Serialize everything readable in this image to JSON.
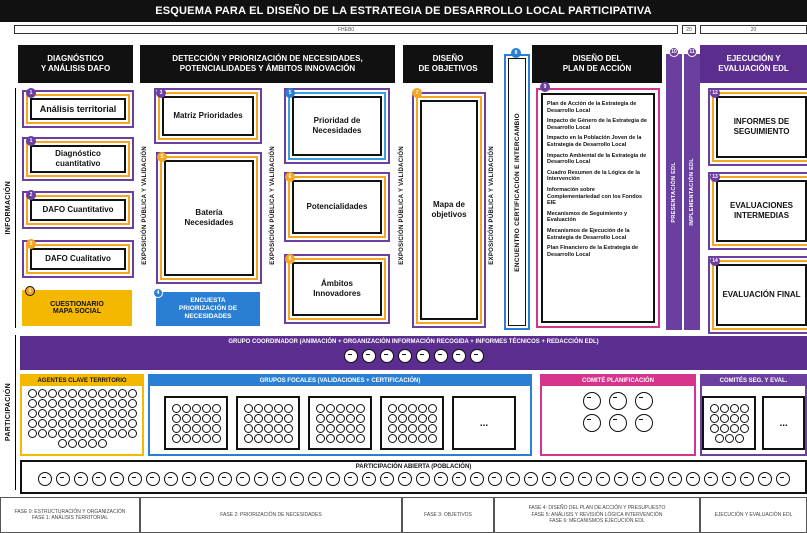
{
  "title": "ESQUEMA PARA EL DISEÑO DE LA ESTRATEGIA DE DESARROLLO LOCAL PARTICIPATIVA",
  "timeline": [
    "FHEB0",
    "20",
    "20"
  ],
  "columns": {
    "diag": "DIAGNÓSTICO\nY ANÁLISIS DAFO",
    "det": "DETECCIÓN Y PRIORIZACIÓN DE NECESIDADES,\nPOTENCIALIDADES Y ÁMBITOS INNOVACIÓN",
    "dis": "DISEÑO\nDE OBJETIVOS",
    "plan": "DISEÑO DEL\nPLAN DE ACCIÓN",
    "ejec": "EJECUCIÓN Y\nEVALUACIÓN EDL"
  },
  "sidebar": {
    "informacion": "INFORMACIÓN",
    "participacion": "PARTICIPACIÓN"
  },
  "diag_boxes": [
    {
      "n": "1",
      "label": "Análisis territorial"
    },
    {
      "n": "1",
      "label": "Diagnóstico cuantitativo"
    },
    {
      "n": "2",
      "label": "DAFO Cuantitativo"
    },
    {
      "n": "3",
      "label": "DAFO Cualitativo"
    },
    {
      "n": "1",
      "label": "CUESTIONARIO\nMAPA SOCIAL"
    }
  ],
  "det_boxes": {
    "matriz": {
      "n": "3",
      "label": "Matriz Prioridades"
    },
    "bateria": {
      "n": "5",
      "label": "Batería\nNecesidades"
    },
    "encuesta": {
      "n": "4",
      "label": "ENCUESTA\nPRIORIZACIÓN DE\nNECESIDADES"
    },
    "prioridad": {
      "n": "5",
      "label": "Prioridad de\nNecesidades"
    },
    "potencial": {
      "n": "6",
      "label": "Potencialidades"
    },
    "ambitos": {
      "n": "6",
      "label": "Ámbitos\nInnovadores"
    }
  },
  "expo_label": "EXPOSICIÓN PÚBLICA Y VALIDACIÓN",
  "mapa": {
    "n": "7",
    "label": "Mapa de\nobjetivos"
  },
  "encuentro": {
    "n": "8",
    "label": "ENCUENTRO CERTIFICACIÓN E INTERCAMBIO"
  },
  "plan": {
    "n": "9",
    "items": [
      "Plan de Acción de la Estrategia de Desarrollo Local",
      "Impacto de Género de la Estrategia de Desarrollo Local",
      "Impacto en la Población Joven de la Estrategia de Desarrollo Local",
      "Impacto Ambiental de la Estrategia de Desarrollo Local",
      "Cuadro Resumen de la Lógica de la Intervención",
      "Información sobre Complementariedad con los Fondos EIE",
      "Mecanismos de Seguimiento y Evaluación",
      "Mecanismos de Ejecución de la Estrategia de Desarrollo Local",
      "Plan Financiero de la Estrategia de Desarrollo Local"
    ]
  },
  "presentacion": {
    "n": "10",
    "label": "PRESENTACIÓN EDL"
  },
  "implementacion": {
    "n": "11",
    "label": "IMPLEMENTACIÓN EDL"
  },
  "ejec_boxes": [
    {
      "n": "12",
      "label": "INFORMES DE\nSEGUIMIENTO"
    },
    {
      "n": "13",
      "label": "EVALUACIONES\nINTERMEDIAS"
    },
    {
      "n": "14",
      "label": "EVALUACIÓN FINAL"
    }
  ],
  "grupo_coordinador": "GRUPO COORDINADOR (ANIMACIÓN + ORGANIZACIÓN INFORMACIÓN RECOGIDA + INFORMES TÉCNICOS + REDACCIÓN EDL)",
  "agentes": "AGENTES CLAVE TERRITORIO",
  "grupos_focales": "GRUPOS FOCALES (VALIDACIONES + CERTIFICACIÓN)",
  "comite": "COMITÉ PLANIFICACIÓN",
  "comites_seg": "COMITÉS SEG. Y EVAL.",
  "ellipsis": "...",
  "participacion_abierta": "PARTICIPACIÓN ABIERTA (POBLACIÓN)",
  "footer": [
    "FASE 0: ESTRUCTURACIÓN Y ORGANIZACIÓN\nFASE 1: ANÁLISIS TERRITORIAL",
    "FASE 2: PRIORIZACIÓN DE NECESIDADES",
    "FASE 3: OBJETIVOS",
    "FASE 4: DISEÑO DEL PLAN DE ACCIÓN Y PRESUPUESTO\nFASE 5: ANÁLISIS Y REVISIÓN LÓGICA INTERVENCIÓN\nFASE 6: MECANISMOS EJECUCIÓN EDL",
    "EJECUCIÓN Y EVALUACIÓN EDL"
  ],
  "colors": {
    "purple": "#5b2d8e",
    "orange": "#f5a623",
    "blue": "#2a7fd4",
    "pink": "#d6338a",
    "black": "#111111"
  }
}
